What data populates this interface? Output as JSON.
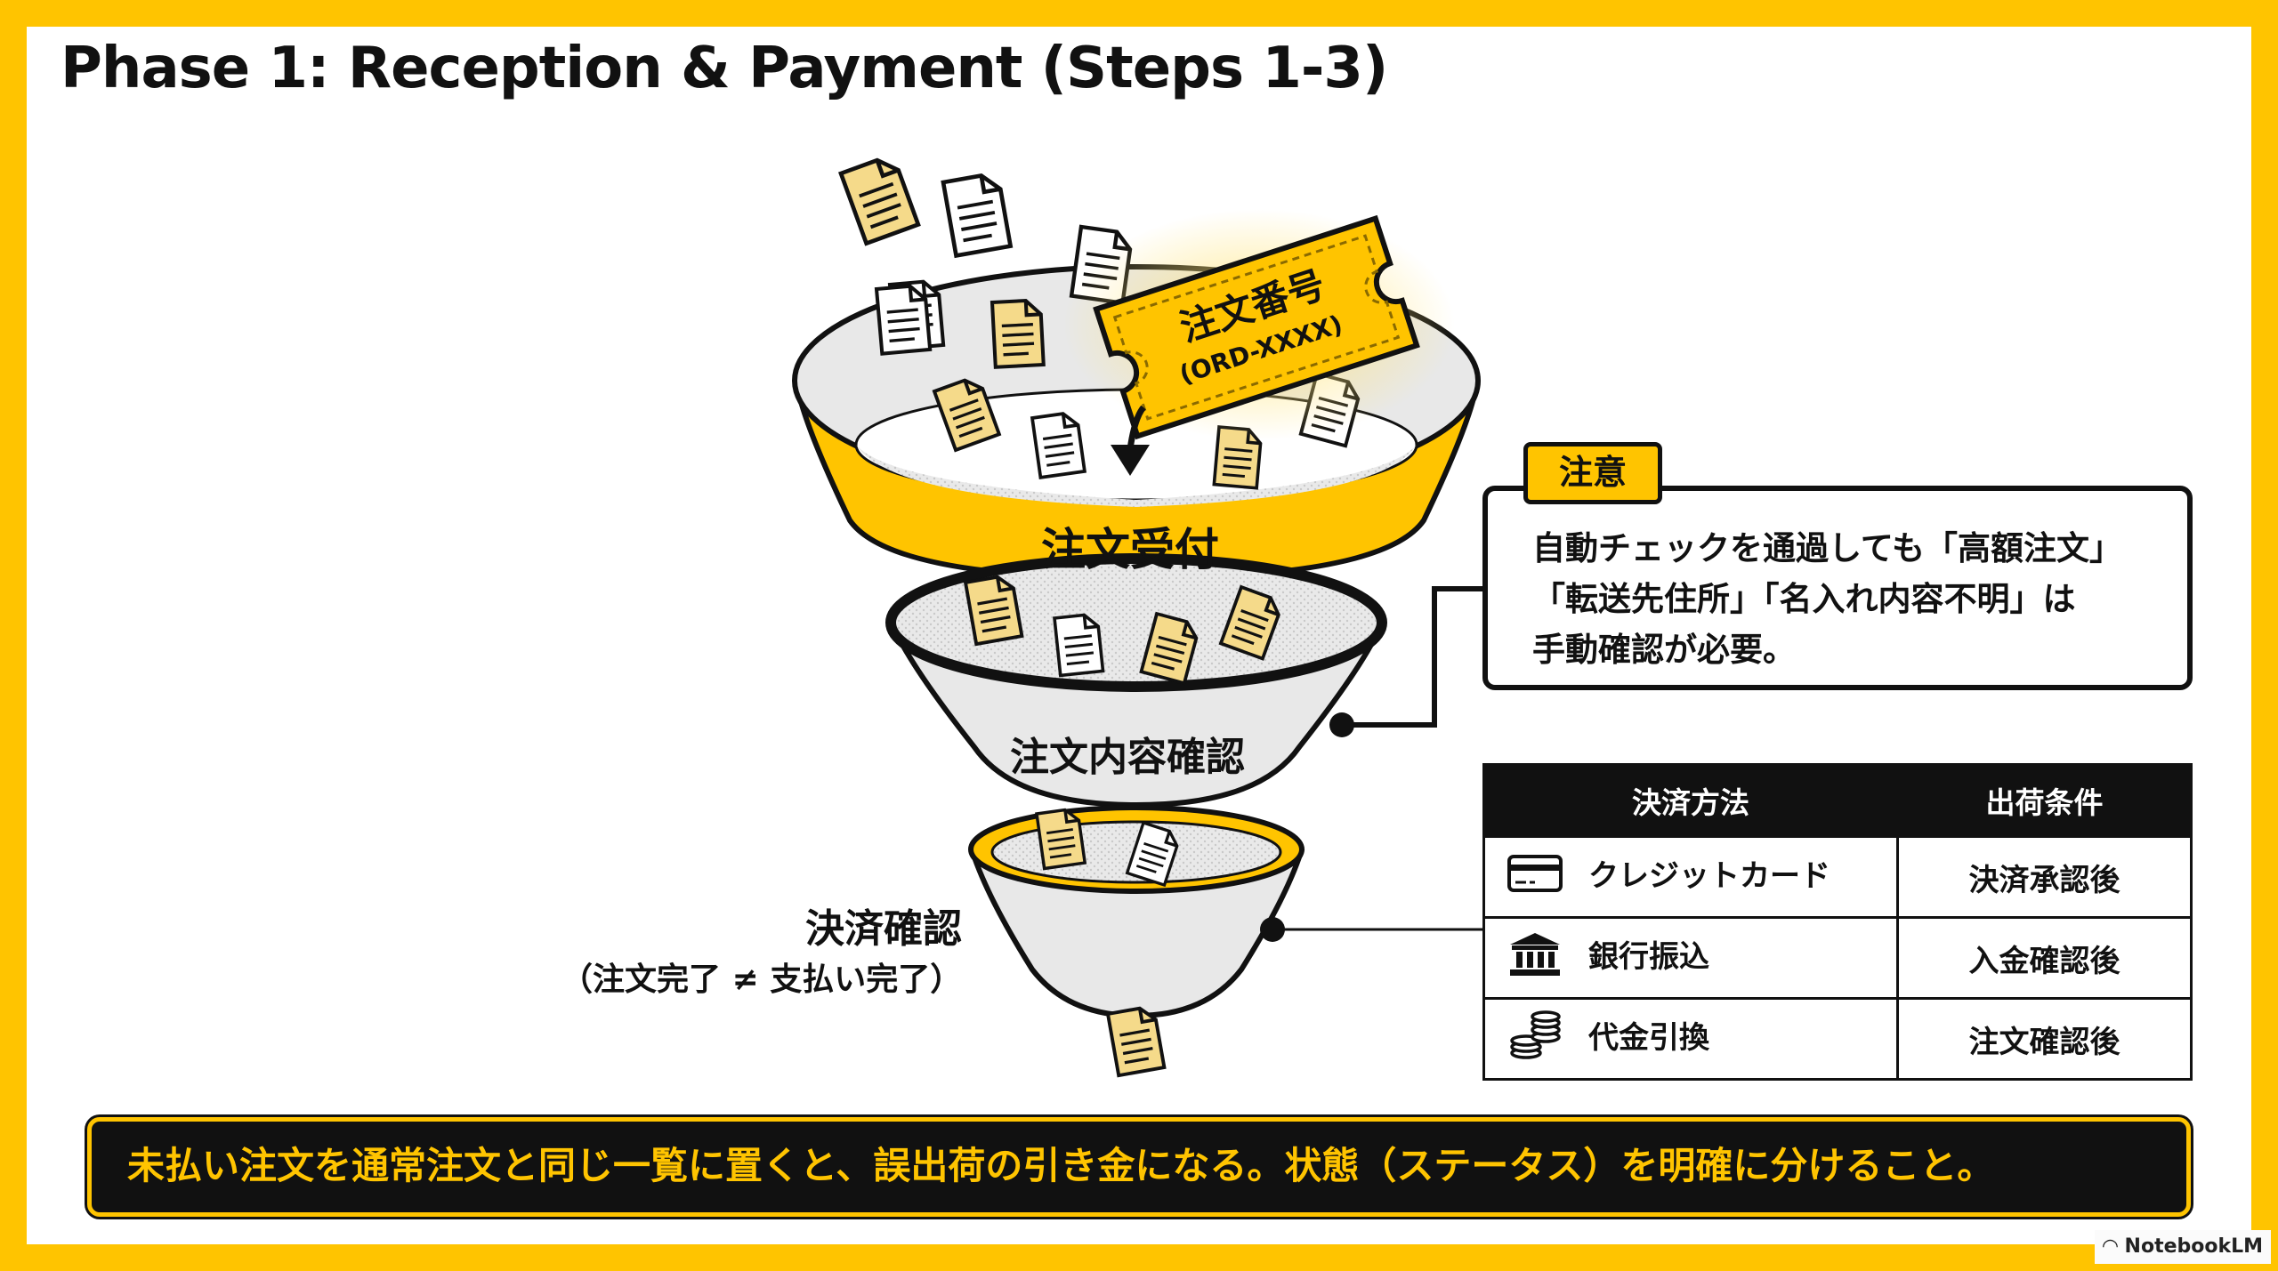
{
  "title": "Phase 1: Reception & Payment (Steps 1-3)",
  "ticket": {
    "line1": "注文番号",
    "line2": "(ORD-XXXX)"
  },
  "funnel": {
    "stage1": "注文受付",
    "stage2": "注文内容確認",
    "stage3_title": "決済確認",
    "stage3_sub": "（注文完了 ≠ 支払い完了）"
  },
  "note": {
    "tag": "注意",
    "lines": [
      "自動チェックを通過しても「高額注文」",
      "「転送先住所」「名入れ内容不明」は",
      "手動確認が必要。"
    ]
  },
  "payment_table": {
    "headers": [
      "決済方法",
      "出荷条件"
    ],
    "rows": [
      {
        "icon": "credit-card-icon",
        "method": "クレジットカード",
        "condition": "決済承認後"
      },
      {
        "icon": "bank-icon",
        "method": "銀行振込",
        "condition": "入金確認後"
      },
      {
        "icon": "coins-icon",
        "method": "代金引換",
        "condition": "注文確認後"
      }
    ]
  },
  "banner": "未払い注文を通常注文と同じ一覧に置くと、誤出荷の引き金になる。状態（ステータス）を明確に分けること。",
  "brand": "NotebookLM",
  "colors": {
    "accent": "#FFC400",
    "dark": "#111111",
    "paper": "#F5DA8A"
  }
}
